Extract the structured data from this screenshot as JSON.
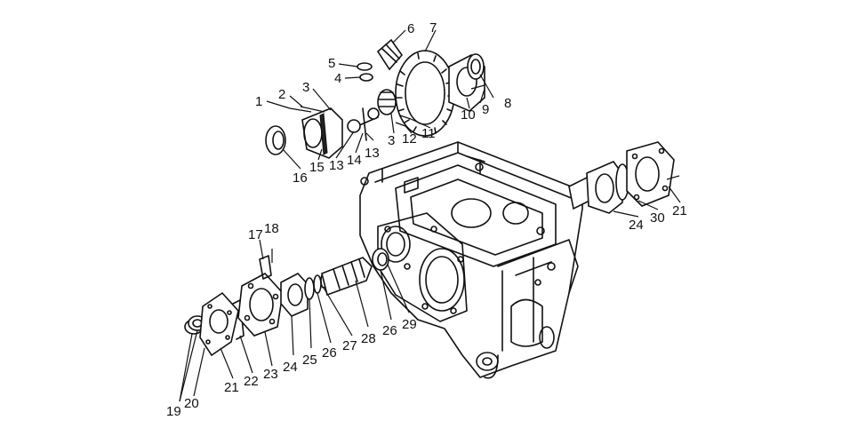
{
  "callouts": [
    {
      "id": "c1",
      "text": "1"
    },
    {
      "id": "c2",
      "text": "2"
    },
    {
      "id": "c3a",
      "text": "3"
    },
    {
      "id": "c4",
      "text": "4"
    },
    {
      "id": "c5",
      "text": "5"
    },
    {
      "id": "c6",
      "text": "6"
    },
    {
      "id": "c7",
      "text": "7"
    },
    {
      "id": "c8",
      "text": "8"
    },
    {
      "id": "c9",
      "text": "9"
    },
    {
      "id": "c10",
      "text": "10"
    },
    {
      "id": "c11",
      "text": "11"
    },
    {
      "id": "c12",
      "text": "12"
    },
    {
      "id": "c3b",
      "text": "3"
    },
    {
      "id": "c13a",
      "text": "13"
    },
    {
      "id": "c13b",
      "text": "13"
    },
    {
      "id": "c14",
      "text": "14"
    },
    {
      "id": "c15",
      "text": "15"
    },
    {
      "id": "c16",
      "text": "16"
    },
    {
      "id": "c17",
      "text": "17"
    },
    {
      "id": "c18",
      "text": "18"
    },
    {
      "id": "c19",
      "text": "19"
    },
    {
      "id": "c20",
      "text": "20"
    },
    {
      "id": "c21a",
      "text": "21"
    },
    {
      "id": "c22",
      "text": "22"
    },
    {
      "id": "c23",
      "text": "23"
    },
    {
      "id": "c24a",
      "text": "24"
    },
    {
      "id": "c25",
      "text": "25"
    },
    {
      "id": "c26a",
      "text": "26"
    },
    {
      "id": "c27",
      "text": "27"
    },
    {
      "id": "c28",
      "text": "28"
    },
    {
      "id": "c26b",
      "text": "26"
    },
    {
      "id": "c29",
      "text": "29"
    },
    {
      "id": "c24b",
      "text": "24"
    },
    {
      "id": "c30",
      "text": "30"
    },
    {
      "id": "c21b",
      "text": "21"
    }
  ]
}
